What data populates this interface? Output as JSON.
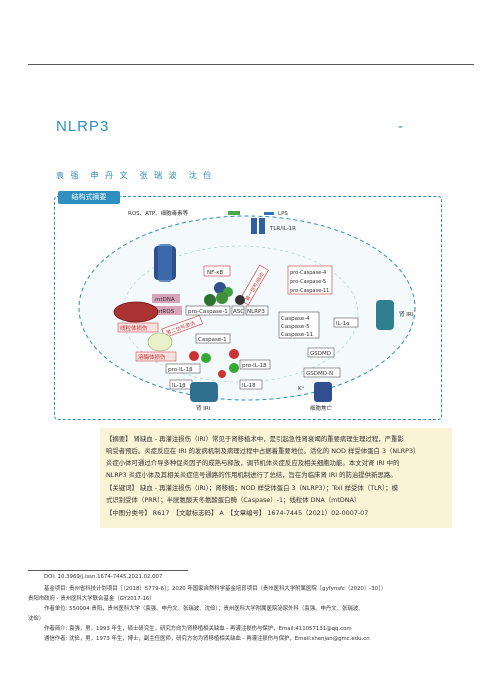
{
  "header": {
    "title": "NLRP3",
    "title_dash": "-",
    "authors": "袁 强　申 丹 文　张 瑞 波　沈 俭"
  },
  "graphic": {
    "tab_label": "结构式摘要",
    "labels": {
      "ros": "ROS、ATP、细胞毒素等",
      "lps": "LPS",
      "tlr": "TLR/IL-1R",
      "nfkb": "NF-κB",
      "casp4": "pro-Caspase-4",
      "casp5": "pro-Caspase-5",
      "casp11": "pro-Caspase-11",
      "mtdna": "mtDNA",
      "mtros": "mtROS",
      "procasp1": "pro-Caspase-1",
      "asc": "ASC",
      "nlrp3": "NLRP3",
      "casp1": "Caspase-1",
      "mito": "线粒体损伤",
      "lyso": "溶酶体损伤",
      "c4": "Caspase-4",
      "c5": "Caspase-5",
      "c11": "Caspase-11",
      "il1a": "IL-1α",
      "gsdmd": "GSDMD",
      "gsdmdn": "GSDMD-N",
      "proil1b": "pro-IL-1β",
      "proil18": "pro-IL-18",
      "il1b": "IL-1β",
      "il18": "IL-18",
      "kidney_right": "肾 IRI",
      "kidney_bottom": "肾 IRI",
      "pyro": "细胞焦亡",
      "k": "K⁺",
      "diag1": "第一信号/启动",
      "diag2": "第二信号激活"
    }
  },
  "abstract": {
    "lines": [
      "【摘要】 肾缺血 - 再灌注损伤（IRI）常见于肾移植术中，是引起急性肾衰竭的重要病理生理过程，严重影",
      "响受者预后。炎症反应在 IRI 的发病机制及病理过程中占据着重要地位。活化的 NOD 样受体蛋白 3（NLRP3）",
      "炎症小体可通过介导多种促炎因子的成熟与释放，调节机体炎症反应及相关细胞功能。本文对肾 IRI 中的",
      "NLRP3 炎症小体及其相关炎症信号通路的作用机制进行了总结，旨在为临床肾 IRI 的防治提供新思路。",
      "【关键词】 缺血 - 再灌注损伤（IRI）；肾移植；NOD 样受体蛋白 3（NLRP3）；Toll 样受体（TLR）；模",
      "式识别受体（PRR）；半胱氨酸天冬氨酸蛋白酶（Caspase）-1；线粒体 DNA（mtDNA）",
      "【中图分类号】 R617　【文献标志码】 A　【文章编号】 1674-7445（2021）02-0007-07"
    ]
  },
  "footnotes": [
    "DOI: 10.3969/j.issn.1674-7445.2021.02.007",
    "基金项目: 贵州省科技计划项目［（2018）5779-6］；2020 年国家自然科学基金培育项目（贵州医科大学附属医院［gyfynsfc（2020）-30］）",
    "贵阳市政府 - 贵州医科大学联合基金（GY2017-16）",
    "作者单位: 550004 贵阳，贵州医科大学（袁强、申丹文、张瑞波、沈俭）；贵州医科大学附属医院泌尿外科（袁强、申丹文、张瑞波、",
    "沈俭）",
    "作者简介: 袁强，男，1993 年生，硕士研究生，研究方向为肾移植相关缺血 - 再灌注损伤与保护，Email:411057131@qq.com",
    "通信作者: 沈俭，男，1973 年生，博士，副主任医师，研究方向为肾移植相关缺血 - 再灌注损伤与保护，Email:shenjan@gmc.edu.cn"
  ]
}
